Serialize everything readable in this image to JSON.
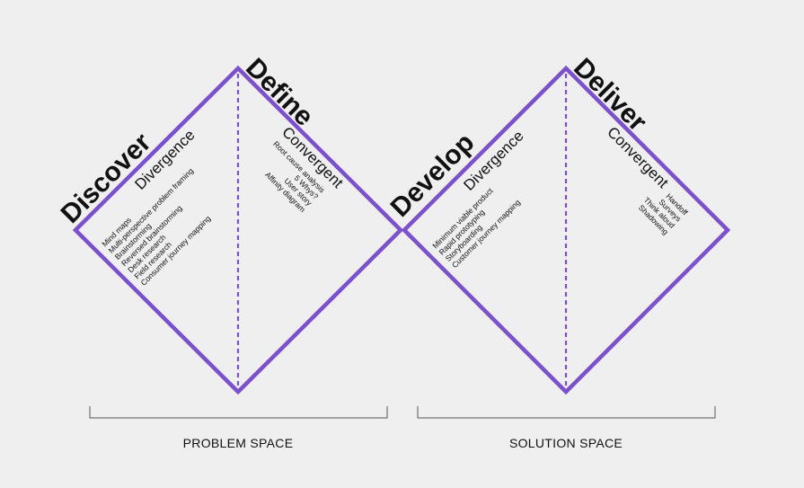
{
  "phases": {
    "discover": "Discover",
    "define": "Define",
    "develop": "Develop",
    "deliver": "Deliver"
  },
  "modes": {
    "left_divergence": "Divergence",
    "left_convergent": "Convergent",
    "right_divergence": "Divergence",
    "right_convergent": "Convergent"
  },
  "lists": {
    "discover_methods": [
      "Mind maps",
      "Multi-perspective problem framing",
      "Brainstorming",
      "Reversed brainstorming",
      "Desk research",
      "Field research",
      "Consumer journey mapping"
    ],
    "define_methods": [
      "Root cause analysis",
      "5 Whys?",
      "User story",
      "Affinity diagram"
    ],
    "develop_methods": [
      "Minimum viable product",
      "Rapid prototyping",
      "Storyboarding",
      "Customer journey mapping"
    ],
    "deliver_methods": [
      "Handoff",
      "Surveys",
      "Think aloud",
      "Shadowing"
    ]
  },
  "spaces": {
    "problem": "PROBLEM SPACE",
    "solution": "SOLUTION SPACE"
  },
  "colors": {
    "accent": "#7a4fd1",
    "background": "#efefef",
    "text": "#111111"
  }
}
